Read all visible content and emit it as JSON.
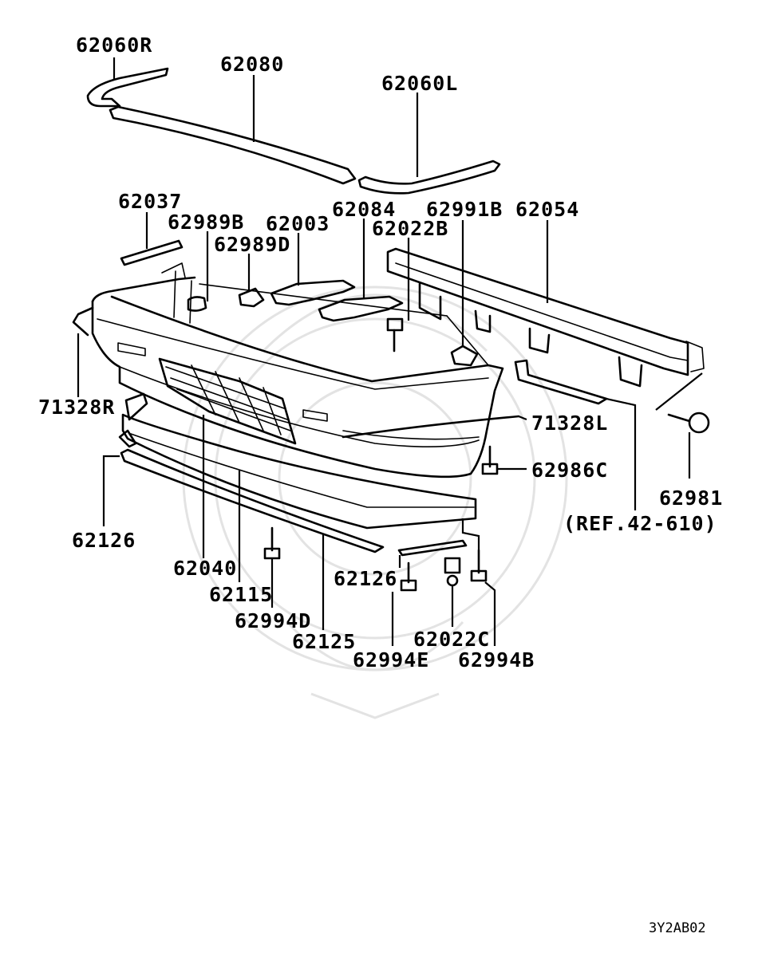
{
  "labels": {
    "l_62060R": "62060R",
    "l_62080": "62080",
    "l_62060L": "62060L",
    "l_62037": "62037",
    "l_62989B": "62989B",
    "l_62003": "62003",
    "l_62084": "62084",
    "l_62991B": "62991B",
    "l_62054": "62054",
    "l_62989D": "62989D",
    "l_62022B": "62022B",
    "l_71328R": "71328R",
    "l_71328L": "71328L",
    "l_62986C": "62986C",
    "l_62126a": "62126",
    "l_62981": "62981",
    "l_ref": "(REF.42-610)",
    "l_62040": "62040",
    "l_62126b": "62126",
    "l_62115": "62115",
    "l_62994D": "62994D",
    "l_62125": "62125",
    "l_62022C": "62022C",
    "l_62994E": "62994E",
    "l_62994B": "62994B"
  },
  "diagram_code": "3Y2AB02",
  "colors": {
    "line": "#000000",
    "watermark": "#e3e3e3",
    "background": "#ffffff"
  }
}
